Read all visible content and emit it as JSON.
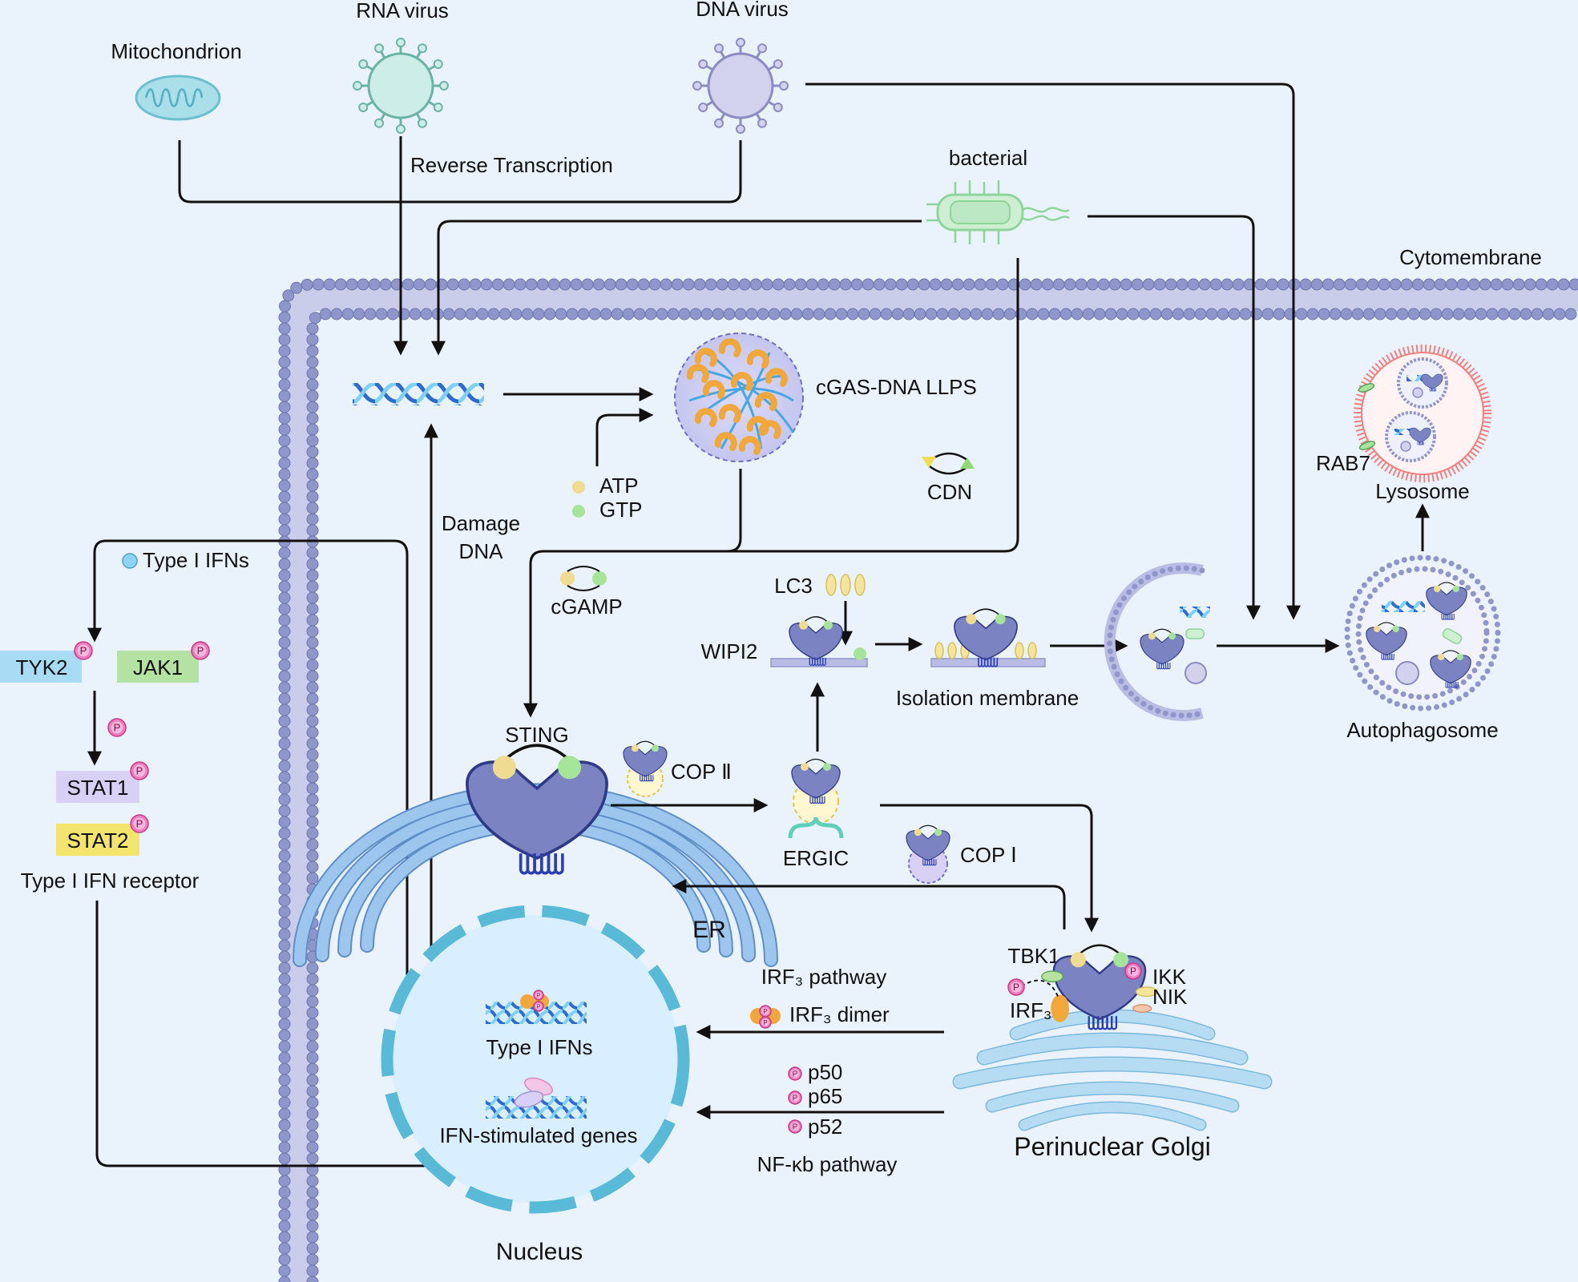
{
  "labels": {
    "mitochondrion": "Mitochondrion",
    "rna_virus": "RNA virus",
    "dna_virus": "DNA virus",
    "reverse_transcription": "Reverse Transcription",
    "bacterial": "bacterial",
    "cytomembrane": "Cytomembrane",
    "cgas_llps": "cGAS-DNA LLPS",
    "atp": "ATP",
    "gtp": "GTP",
    "cdn": "CDN",
    "damage_dna_1": "Damage",
    "damage_dna_2": "DNA",
    "type1_ifns_top": "Type I IFNs",
    "tyk2": "TYK2",
    "jak1": "JAK1",
    "stat1": "STAT1",
    "stat2": "STAT2",
    "type1_ifn_receptor": "Type I IFN receptor",
    "cgamp": "cGAMP",
    "lc3": "LC3",
    "wipi2": "WIPI2",
    "isolation_membrane": "Isolation membrane",
    "rab7": "RAB7",
    "lysosome": "Lysosome",
    "autophagosome": "Autophagosome",
    "sting": "STING",
    "cop2": "COP Ⅱ",
    "ergic": "ERGIC",
    "cop1": "COP Ⅰ",
    "er": "ER",
    "tbk1": "TBK1",
    "ikk": "IKK",
    "nik": "NIK",
    "irf3": "IRF₃",
    "irf3_pathway": "IRF₃ pathway",
    "irf3_dimer": "IRF₃ dimer",
    "type1_ifns_nucleus": "Type I IFNs",
    "p50": "p50",
    "p65": "p65",
    "p52": "p52",
    "isg": "IFN-stimulated genes",
    "nfkb_pathway": "NF-κb pathway",
    "perinuclear_golgi": "Perinuclear Golgi",
    "nucleus": "Nucleus",
    "p": "P"
  },
  "colors": {
    "background": "#eaf3fb",
    "membrane": "#8f96c9",
    "sting_purple": "#7b83c3",
    "sting_dark": "#3d4aa0",
    "er_fill": "#9cc6ee",
    "golgi_fill": "#b5dcf2",
    "nucleus_fill": "#d9efff",
    "nucleus_border": "#58bad6",
    "lysosome_border": "#f08080",
    "tyk2_bg": "#a7dcf4",
    "jak1_bg": "#b4e2a2",
    "stat1_bg": "#d8d0f5",
    "stat2_bg": "#f2e46c",
    "phospho": "#f07cbd",
    "atp": "#f0dc90",
    "gtp": "#a6e49a",
    "cgas_orange": "#f2a73a",
    "dna_blue": "#2d6bd1"
  }
}
